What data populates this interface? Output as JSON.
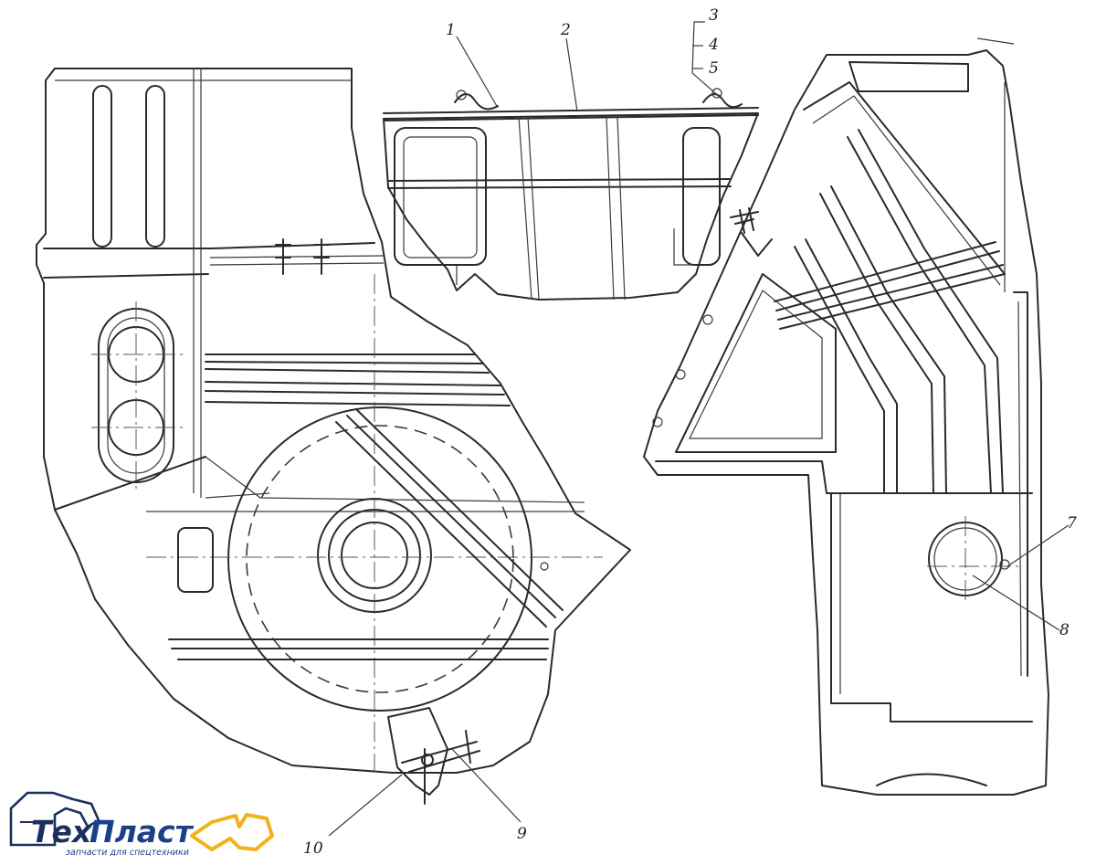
{
  "callouts": [
    {
      "id": "1",
      "label": "1"
    },
    {
      "id": "2",
      "label": "2"
    },
    {
      "id": "3",
      "label": "3"
    },
    {
      "id": "4",
      "label": "4"
    },
    {
      "id": "5",
      "label": "5"
    },
    {
      "id": "7",
      "label": "7"
    },
    {
      "id": "8",
      "label": "8"
    },
    {
      "id": "9",
      "label": "9"
    },
    {
      "id": "10",
      "label": "10"
    }
  ],
  "logo": {
    "name_part1": "Тех",
    "name_part2": "Пласт",
    "tagline": "запчасти для спецтехники",
    "color_dark": "#1b2f5c",
    "color_blue": "#1c3f8a",
    "color_accent": "#f2b21b",
    "icon": "excavator-icon"
  }
}
